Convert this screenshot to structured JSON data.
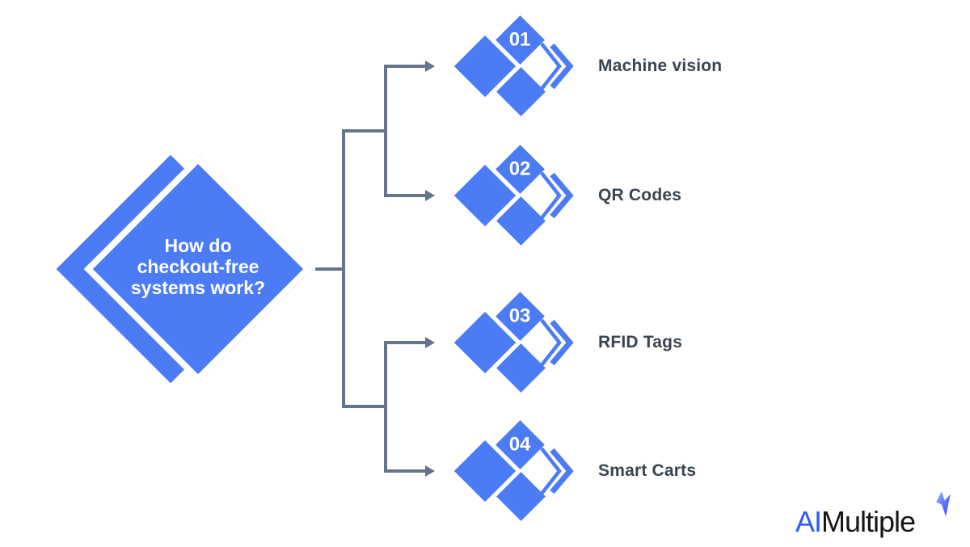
{
  "colors": {
    "primary_blue": "#4B7BF5",
    "connector_gray": "#64748B",
    "label_dark": "#3A4451",
    "logo_blue": "#2A5BFF",
    "logo_dark": "#161616",
    "diamond_text": "#FFFFFF",
    "background": "#FFFFFF"
  },
  "center": {
    "title": "How do checkout-free systems work?",
    "title_lines": [
      "How do",
      "checkout-free",
      "systems work?"
    ]
  },
  "items": [
    {
      "number": "01",
      "label": "Machine vision"
    },
    {
      "number": "02",
      "label": "QR Codes"
    },
    {
      "number": "03",
      "label": "RFID Tags"
    },
    {
      "number": "04",
      "label": "Smart Carts"
    }
  ],
  "logo": {
    "prefix": "AI",
    "suffix": "Multiple",
    "mark": "bolt-icon"
  }
}
